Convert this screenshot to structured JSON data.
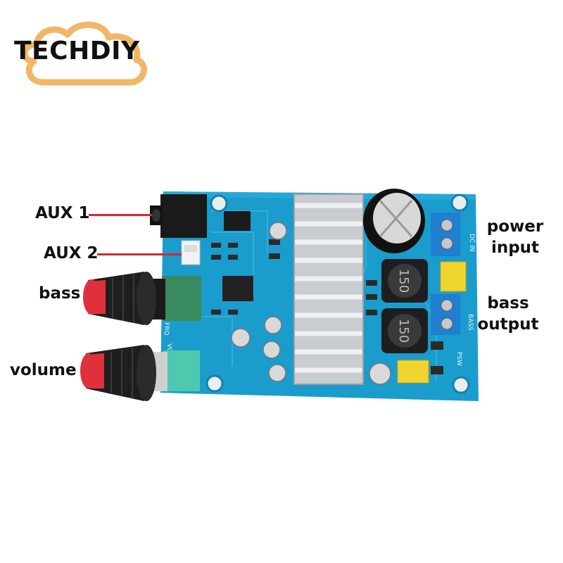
{
  "brand": {
    "name": "TECHDIY",
    "logo_color": "#f2b766"
  },
  "labels": {
    "aux1": "AUX 1",
    "aux2": "AUX 2",
    "bass": "bass",
    "volume": "volume",
    "power_line1": "power",
    "power_line2": "input",
    "bass_output_line1": "bass",
    "bass_output_line2": "output"
  },
  "board_markings": {
    "inductor_1": "150",
    "inductor_2": "150",
    "dc_in": "DC IN",
    "bass_terminal": "BASS",
    "frq": "FRQ",
    "vol": "VOL",
    "psw": "PSW"
  },
  "colors": {
    "pcb": "#1a9ccc",
    "heatsink": "#c9ccd1",
    "knob_cap": "#e0303b",
    "pointer_line": "#d9282a",
    "terminal": "#1f7fd0"
  }
}
